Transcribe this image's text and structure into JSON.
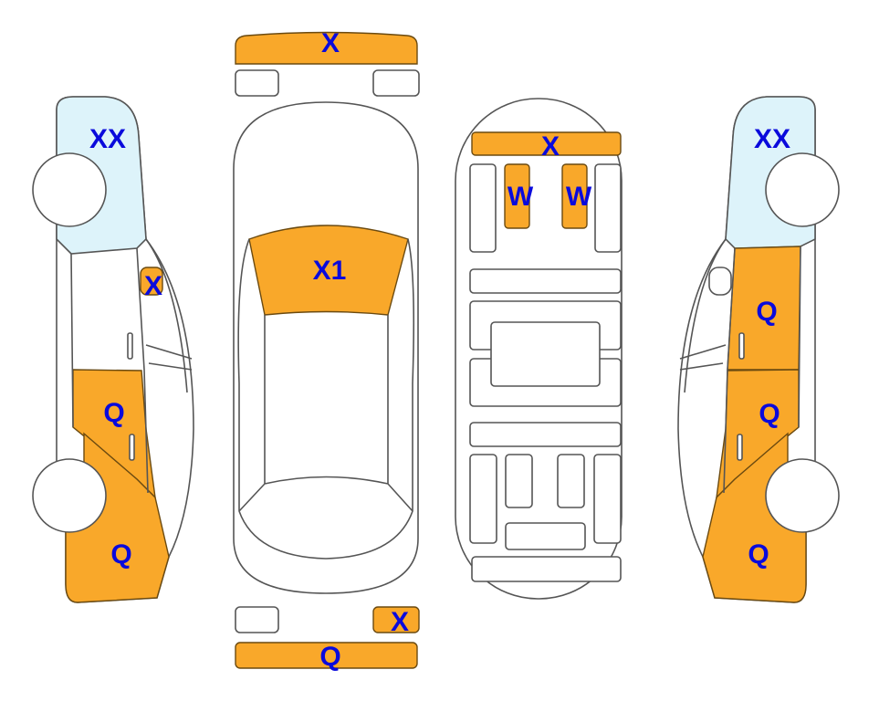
{
  "colors": {
    "damage": "#F9A82A",
    "glass": "#DDF3FA",
    "label": "#0A0ADC",
    "outline": "#555555"
  },
  "left_side": {
    "rear": "XX",
    "mirror": "X",
    "front_door": "Q",
    "front_fender": "Q"
  },
  "top_view": {
    "front_bumper": "X",
    "windshield": "X1",
    "rear_right_light": "X",
    "rear_bumper": "Q"
  },
  "underbody": {
    "front": "X",
    "left_seat": "W",
    "right_seat": "W"
  },
  "right_side": {
    "rear": "XX",
    "rear_door": "Q",
    "front_door": "Q",
    "front_fender": "Q"
  }
}
